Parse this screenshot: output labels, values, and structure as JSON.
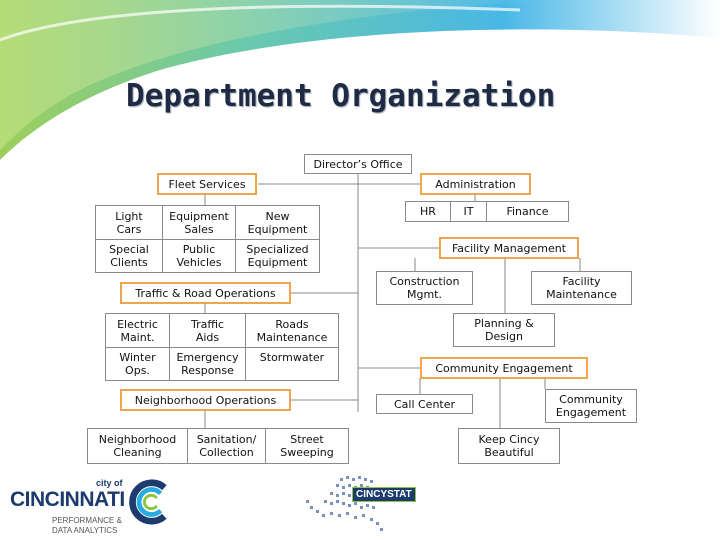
{
  "title": "Department Organization",
  "colors": {
    "accent": "#f0a44c",
    "deco_green": "#8cc63f",
    "deco_blue": "#29abe2",
    "logo_blue": "#1d3b6e"
  },
  "chart": {
    "directors_office": "Director’s Office",
    "fleet": {
      "header": "Fleet Services",
      "cells": [
        "Light\nCars",
        "Equipment\nSales",
        "New\nEquipment",
        "Special\nClients",
        "Public\nVehicles",
        "Specialized\nEquipment"
      ]
    },
    "traffic": {
      "header": "Traffic & Road Operations",
      "cells": [
        "Electric\nMaint.",
        "Traffic\nAids",
        "Roads\nMaintenance",
        "Winter\nOps.",
        "Emergency\nResponse",
        "Stormwater"
      ]
    },
    "neighborhood": {
      "header": "Neighborhood Operations",
      "cells": [
        "Neighborhood\nCleaning",
        "Sanitation/\nCollection",
        "Street\nSweeping"
      ]
    },
    "administration": {
      "header": "Administration",
      "cells": [
        "HR",
        "IT",
        "Finance"
      ]
    },
    "facility": {
      "header": "Facility Management",
      "construction": "Construction\nMgmt.",
      "maintenance": "Facility\nMaintenance",
      "planning": "Planning &\nDesign"
    },
    "community": {
      "header": "Community Engagement",
      "call_center": "Call Center",
      "engagement": "Community\nEngagement",
      "keep_cincy": "Keep Cincy\nBeautiful"
    }
  },
  "logos": {
    "cincinnati": {
      "city_of": "city of",
      "name": "CINCINNATI",
      "line1": "PERFORMANCE &",
      "line2": "DATA ANALYTICS"
    },
    "cincystat": "CINCYSTAT"
  }
}
